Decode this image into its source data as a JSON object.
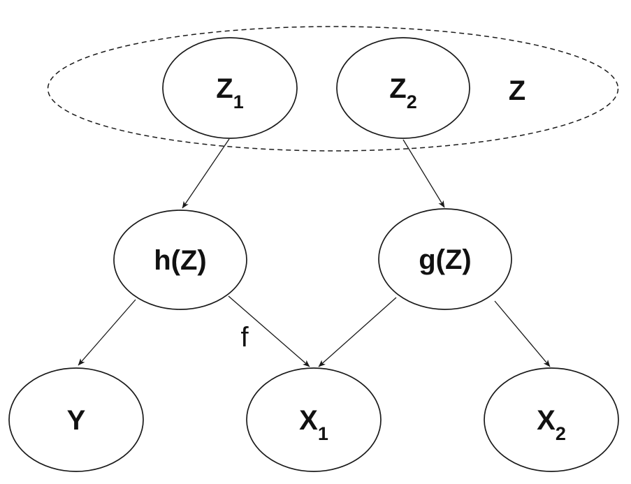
{
  "diagram": {
    "type": "causal-graph",
    "colors": {
      "background": "#ffffff",
      "stroke": "#1a1a1a",
      "text": "#111111"
    },
    "plate": {
      "label": "Z",
      "style": "dashed-ellipse"
    },
    "nodes": {
      "z1": {
        "main": "Z",
        "sub": "1"
      },
      "z2": {
        "main": "Z",
        "sub": "2"
      },
      "hz": {
        "label": "h(Z)"
      },
      "gz": {
        "label": "g(Z)"
      },
      "y": {
        "label": "Y"
      },
      "x1": {
        "main": "X",
        "sub": "1"
      },
      "x2": {
        "main": "X",
        "sub": "2"
      }
    },
    "edges": {
      "list": [
        {
          "from": "Z1",
          "to": "h(Z)",
          "label": ""
        },
        {
          "from": "Z2",
          "to": "g(Z)",
          "label": ""
        },
        {
          "from": "h(Z)",
          "to": "Y",
          "label": ""
        },
        {
          "from": "h(Z)",
          "to": "X1",
          "label": "f"
        },
        {
          "from": "g(Z)",
          "to": "X1",
          "label": ""
        },
        {
          "from": "g(Z)",
          "to": "X2",
          "label": ""
        }
      ]
    }
  }
}
